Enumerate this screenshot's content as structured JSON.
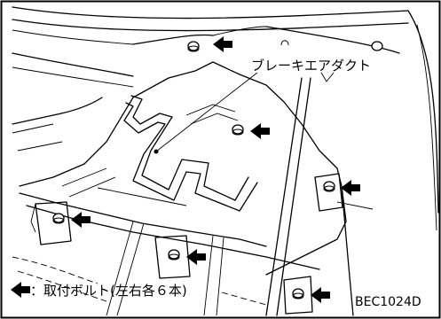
{
  "diagram": {
    "duct_label": "ブレーキエアダクト",
    "legend_text": "：取付ボルト(左右各６本)",
    "figure_code": "BEC1024D",
    "arrow_icon": "filled-left-arrow-icon"
  }
}
